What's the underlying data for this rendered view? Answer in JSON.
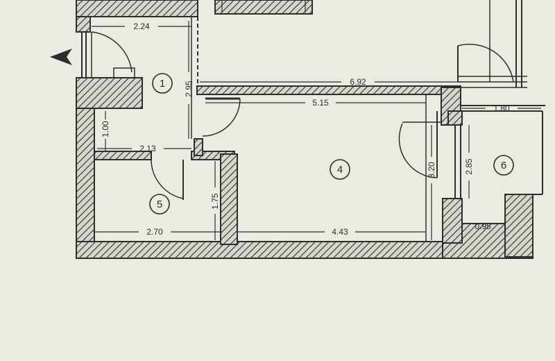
{
  "colors": {
    "paper": "#ecebe2",
    "ink": "#2b2d2f",
    "wall_fill": "#d7d6cc"
  },
  "entry_arrow_icon": "arrow-right-icon",
  "rooms": [
    {
      "id": "room-1",
      "label": "1"
    },
    {
      "id": "room-4",
      "label": "4"
    },
    {
      "id": "room-5",
      "label": "5"
    },
    {
      "id": "room-6",
      "label": "6"
    }
  ],
  "dimensions": {
    "d224": "2.24",
    "d295": "2.95",
    "d692": "6.92",
    "d515": "5.15",
    "d180": "1.80",
    "d100": "1.00",
    "d213": "2.13",
    "d175": "1.75",
    "d270": "2.70",
    "d443": "4.43",
    "d320": "3.20",
    "d285": "2.85",
    "d095": "0.95"
  }
}
